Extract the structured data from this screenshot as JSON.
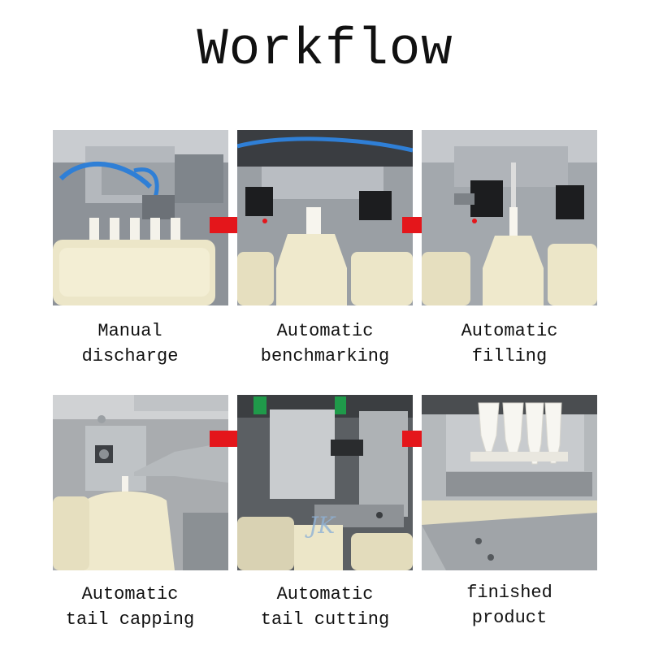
{
  "title": "Workflow",
  "accent_color": "#e4161b",
  "watermark": "JK",
  "steps": [
    {
      "line1": "Manual",
      "line2": "discharge"
    },
    {
      "line1": "Automatic",
      "line2": "benchmarking"
    },
    {
      "line1": "Automatic",
      "line2": "filling"
    },
    {
      "line1": "Automatic",
      "line2": "tail capping"
    },
    {
      "line1": "Automatic",
      "line2": "tail cutting"
    },
    {
      "line1": "finished",
      "line2": "product"
    }
  ]
}
